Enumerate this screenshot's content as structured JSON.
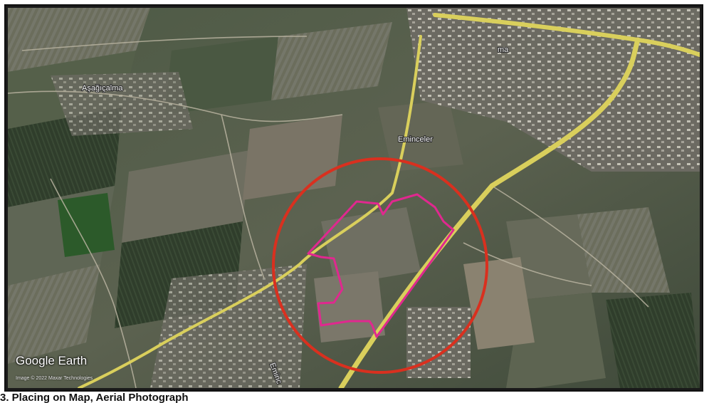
{
  "map": {
    "brand": "Google Earth",
    "copyright": "Image © 2022 Maxar Technologies",
    "places": [
      {
        "id": "asagicalma",
        "label": "Aşağıçalma"
      },
      {
        "id": "eminceler",
        "label": "Eminceler"
      },
      {
        "id": "town-ne",
        "label": "ma"
      },
      {
        "id": "road-label",
        "label": "Eminc"
      }
    ],
    "colors": {
      "road": "#d9cf5c",
      "site_circle": "#d9301f",
      "parcel_boundary": "#e0288f"
    }
  },
  "caption": {
    "text": "3. Placing on Map, Aerial Photograph"
  }
}
